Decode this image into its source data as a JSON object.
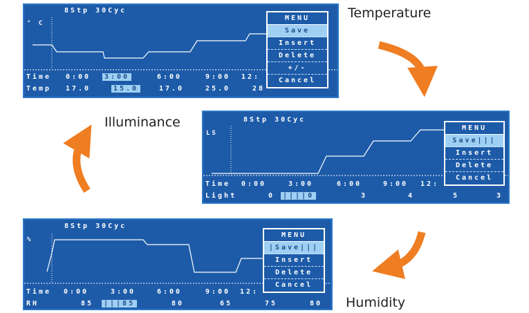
{
  "captions": {
    "temperature": "Temperature",
    "illuminance": "Illuminance",
    "humidity": "Humidity"
  },
  "colors": {
    "screen_bg": "#1d5ba8",
    "screen_border": "#2f79c9",
    "highlight": "#9fd0f4",
    "arrow": "#ef7d22"
  },
  "icons": [
    "curved-arrow-icon"
  ],
  "temperature_panel": {
    "header": "8Stp  30Cyc",
    "unit": "° C",
    "menu": {
      "title": "MENU",
      "items": [
        "Save",
        "Insert",
        "Delete",
        "+/-",
        "Cancel"
      ],
      "selected": "Save"
    },
    "time_row": {
      "label": "Time",
      "values": [
        "0:00",
        "3:00",
        "6:00",
        "9:00",
        "12:"
      ],
      "selected": "3:00"
    },
    "value_row": {
      "label": "Temp",
      "values": [
        "17.0",
        "15.0",
        "17.0",
        "25.0",
        "28"
      ],
      "selected": "15.0"
    }
  },
  "light_panel": {
    "header": "8Stp  30Cyc",
    "unit": "LS",
    "menu": {
      "title": "MENU",
      "items": [
        "Save|||",
        "Insert",
        "Delete",
        "Cancel"
      ],
      "selected": "Save|||"
    },
    "time_row": {
      "label": "Time",
      "values": [
        "0:00",
        "3:00",
        "6:00",
        "9:00",
        "12:"
      ]
    },
    "value_row": {
      "label": "Light",
      "values": [
        "0",
        "||||0",
        "3",
        "4",
        "5",
        "3"
      ],
      "selected": "||||0"
    }
  },
  "humidity_panel": {
    "header": "8Stp  30Cyc",
    "unit": "%",
    "menu": {
      "title": "MENU",
      "items": [
        "|Save|||",
        "Insert",
        "Delete",
        "Cancel"
      ],
      "selected": "|Save|||"
    },
    "time_row": {
      "label": "Time",
      "values": [
        "0:00",
        "3:00",
        "6:00",
        "9:00",
        "12:"
      ]
    },
    "value_row": {
      "label": "RH",
      "values": [
        "85",
        "|||85",
        "80",
        "65",
        "75",
        "80"
      ],
      "selected": "|||85"
    }
  }
}
